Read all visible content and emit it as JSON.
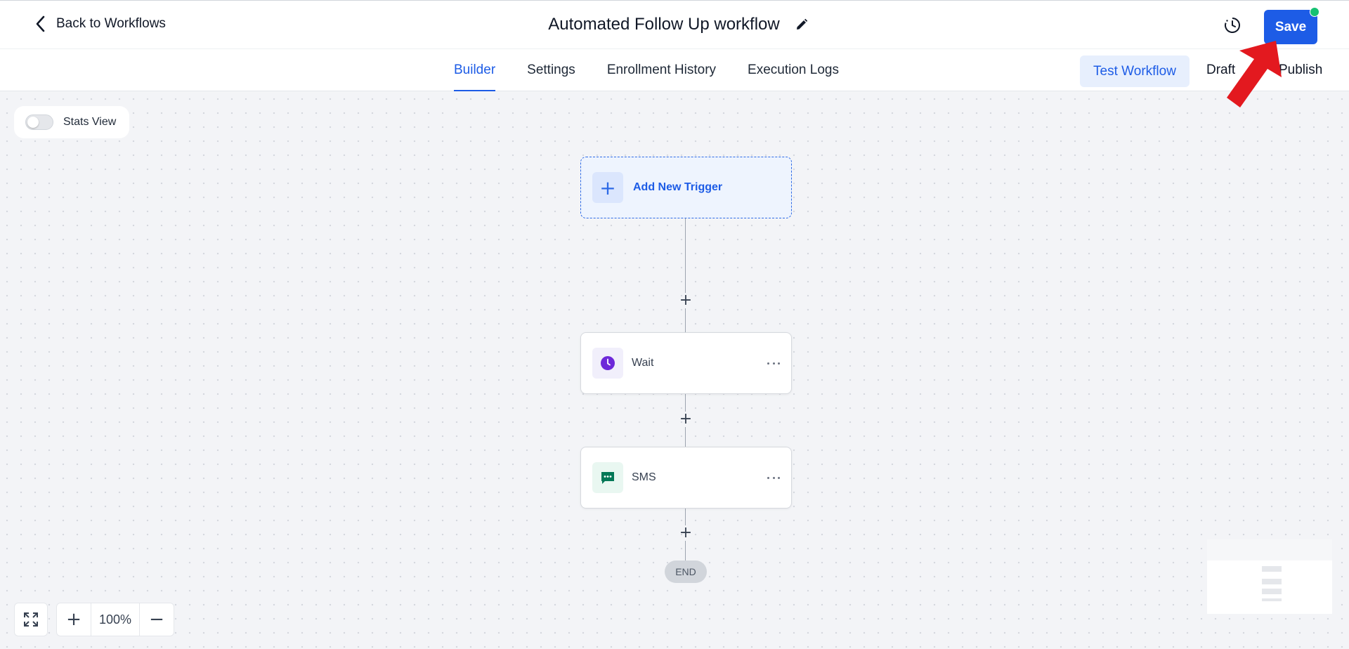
{
  "header": {
    "back_label": "Back to Workflows",
    "title": "Automated Follow Up workflow",
    "save_label": "Save"
  },
  "tabs": [
    {
      "label": "Builder",
      "active": true
    },
    {
      "label": "Settings",
      "active": false
    },
    {
      "label": "Enrollment History",
      "active": false
    },
    {
      "label": "Execution Logs",
      "active": false
    }
  ],
  "actions": {
    "test_workflow": "Test Workflow",
    "draft": "Draft",
    "publish": "Publish"
  },
  "canvas": {
    "stats_view_label": "Stats View",
    "stats_view_on": false,
    "trigger_label": "Add New Trigger",
    "nodes": [
      {
        "label": "Wait",
        "icon": "clock-icon",
        "icon_color": "#6d28d9",
        "icon_bg": "#f1effb"
      },
      {
        "label": "SMS",
        "icon": "message-icon",
        "icon_color": "#047857",
        "icon_bg": "#e9f7f1"
      }
    ],
    "end_label": "END",
    "zoom_level": "100%"
  },
  "colors": {
    "primary": "#1d5ce6",
    "status_dot": "#16c172",
    "annotation_arrow": "#e3191f"
  }
}
